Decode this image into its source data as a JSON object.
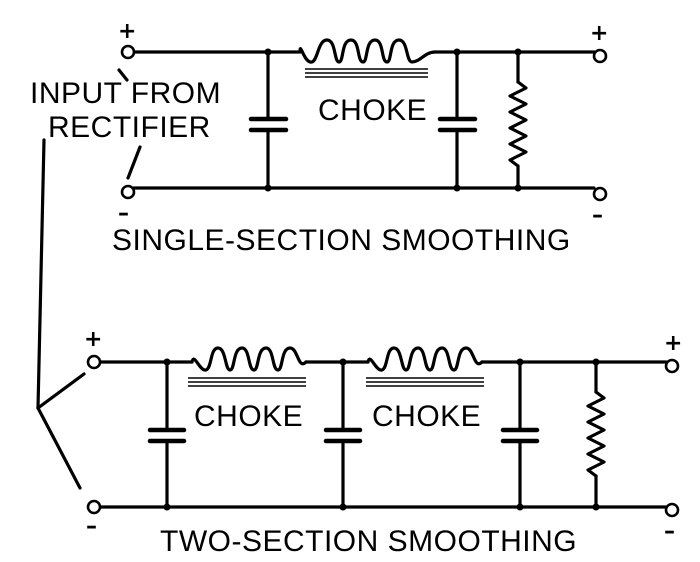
{
  "labels": {
    "input": [
      "INPUT FROM",
      "RECTIFIER"
    ],
    "choke": "CHOKE",
    "single_caption": "SINGLE-SECTION SMOOTHING",
    "two_caption": "TWO-SECTION SMOOTHING",
    "plus": "+",
    "minus": "–"
  }
}
